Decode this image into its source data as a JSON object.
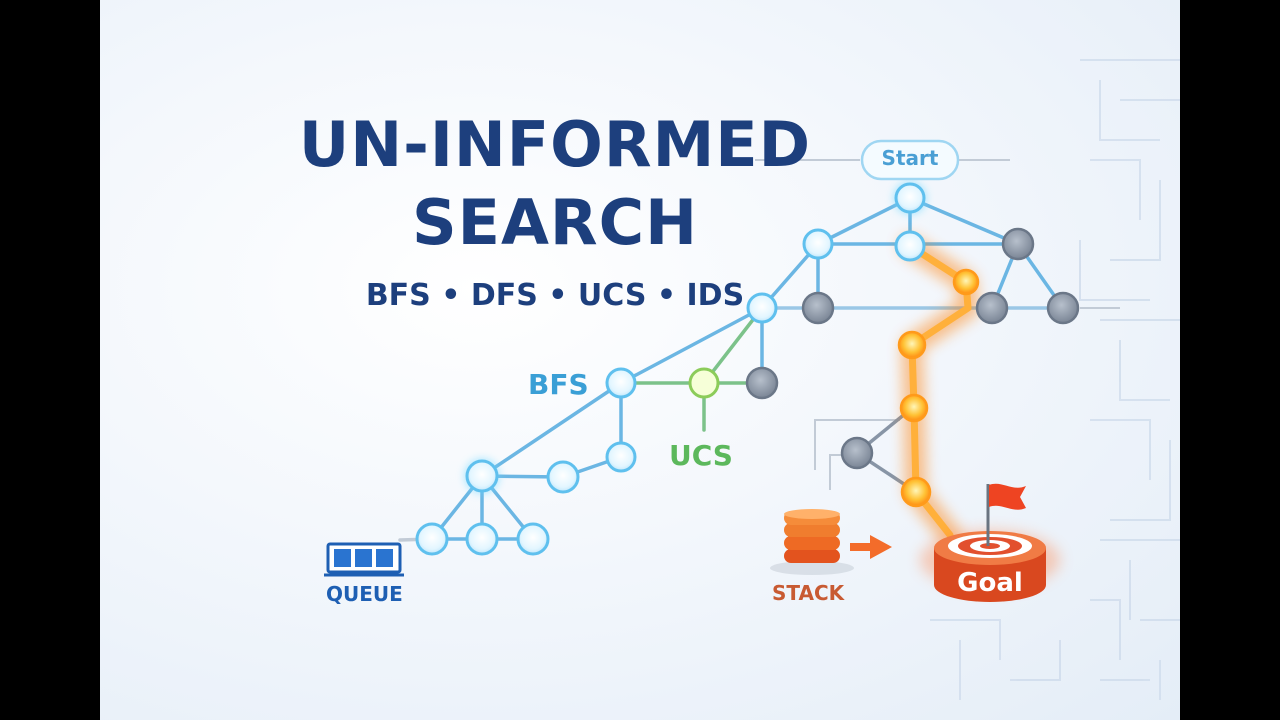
{
  "title": {
    "line1": "UN-INFORMED",
    "line2": "SEARCH"
  },
  "subtitle": "BFS • DFS • UCS • IDS",
  "labels": {
    "start": "Start",
    "goal": "Goal",
    "bfs": "BFS",
    "ucs": "UCS",
    "queue": "QUEUE",
    "stack": "STACK"
  },
  "colors": {
    "title": "#1d3f7d",
    "bfs": "#3a9fd6",
    "ucs": "#5cb85c",
    "dfs_path": "#ff8c1a",
    "goal": "#e2502e",
    "visited_node": "#cfefff",
    "unvisited_node": "#8895a6"
  },
  "icons": [
    "queue-icon",
    "stack-icon",
    "arrow-right-icon",
    "goal-target-icon",
    "flag-icon"
  ]
}
